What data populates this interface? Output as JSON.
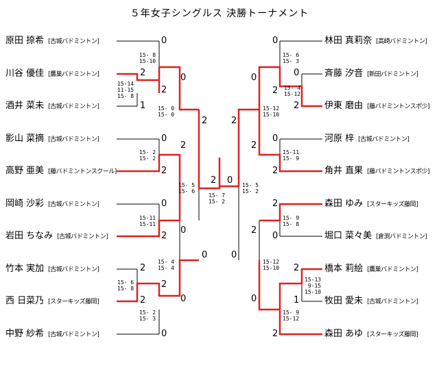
{
  "title": "５年女子シングルス 決勝トーナメント",
  "left_players": [
    {
      "name": "原田 捺希",
      "club": "[古城バドミントン]"
    },
    {
      "name": "川谷 優佳",
      "club": "[鷹巣バドミントン]"
    },
    {
      "name": "酒井 菜未",
      "club": "[古城バドミントン]"
    },
    {
      "name": "影山 菜摘",
      "club": "[古城バドミントン]"
    },
    {
      "name": "高野 亜美",
      "club": "[藤バドミントンスクール]"
    },
    {
      "name": "岡崎 沙彩",
      "club": "[古城バドミントン]"
    },
    {
      "name": "岩田 ちなみ",
      "club": "[古城バドミントン]"
    },
    {
      "name": "竹本 実加",
      "club": "[古城バドミントン]"
    },
    {
      "name": "西 日菜乃",
      "club": "[スターキッズ藤岡]"
    },
    {
      "name": "中野 紗希",
      "club": "[古城バドミントン]"
    }
  ],
  "right_players": [
    {
      "name": "林田 真莉奈",
      "club": "[高崎バドミントン]"
    },
    {
      "name": "斉藤 汐音",
      "club": "[新田バドミントン]"
    },
    {
      "name": "伊東 磨由",
      "club": "[藤バドミントンスポ少]"
    },
    {
      "name": "河原 梓",
      "club": "[古城バドミントン]"
    },
    {
      "name": "角井 直果",
      "club": "[藤バドミントンスポ少]"
    },
    {
      "name": "森田 ゆみ",
      "club": "[スターキッズ藤岡]"
    },
    {
      "name": "堀口 菜々美",
      "club": "[倉渕バドミントン]"
    },
    {
      "name": "橋本 莉絵",
      "club": "[鷹巣バドミントン]"
    },
    {
      "name": "牧田 愛未",
      "club": "[古城バドミントン]"
    },
    {
      "name": "森田 あゆ",
      "club": "[スターキッズ藤岡]"
    }
  ],
  "scores": {
    "l1": "15- 8\n15-10",
    "l2": "15-14\n11-15\n15- 8",
    "l3": "15- 0\n15- 0",
    "l4": "15- 2\n15- 2",
    "l5": "15-11\n15-11",
    "l6": "15- 6\n15- 8",
    "l7": "15- 4\n15- 4",
    "l8": "15- 2\n15- 3",
    "l9": "15- 5\n15- 6",
    "final": "15- 7\n15- 2",
    "r1": "15- 6\n15- 3",
    "r2": "15- 4\n15-12",
    "r3": "15-12\n15-10",
    "r4": "15-11\n15- 9",
    "r5": "15- 9\n15- 8",
    "r6": "15-12\n15-10",
    "r7": "15-13\n 9-15\n15-10",
    "r8": "15- 9\n15-12",
    "r9": "15- 5\n15- 2"
  },
  "results": {
    "a": "0",
    "b": "2",
    "c": "2",
    "d": "1",
    "e": "0",
    "f": "2",
    "g": "0",
    "h": "2",
    "i": "2",
    "j": "0",
    "k": "2",
    "l": "0",
    "m": "2",
    "n": "0",
    "o": "2",
    "p": "2",
    "q": "0",
    "r": "0",
    "s": "0",
    "t": "2",
    "u": "0",
    "fa": "2",
    "fb": "0",
    "ra": "0",
    "rb": "0",
    "rc": "2",
    "rd": "2",
    "re": "2",
    "rf": "0",
    "rg": "2",
    "rh": "2",
    "ri": "2",
    "rj": "0",
    "rk": "2",
    "rl": "0",
    "rm": "2",
    "rn": "1",
    "ro": "0",
    "rp": "2",
    "rq": "0",
    "rr": "0",
    "rs": "0",
    "rt": "2"
  },
  "colors": {
    "win": "#e02020",
    "line": "#000000"
  }
}
